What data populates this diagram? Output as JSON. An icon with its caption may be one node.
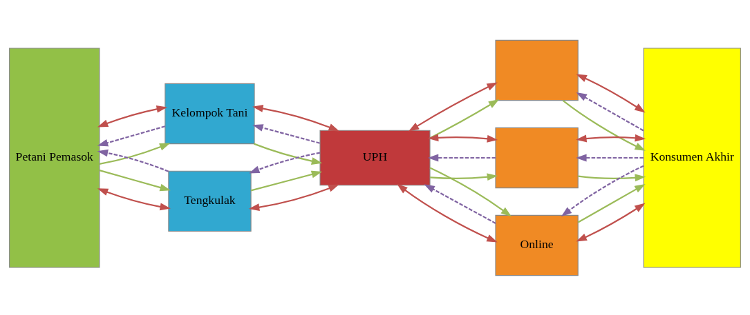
{
  "diagram": {
    "nodes": [
      {
        "text": [
          "Petani Pemasok"
        ]
      },
      {
        "text": [
          "Kelompok Tani"
        ]
      },
      {
        "text": [
          "Tengkulak"
        ]
      },
      {
        "text": [
          "UPH"
        ]
      },
      {
        "text": [],
        "shape": "box"
      },
      {
        "text": [],
        "shape": "box"
      },
      {
        "text": [
          "Online"
        ]
      },
      {
        "text": [
          "Konsumen Akhir"
        ]
      }
    ],
    "edges": [
      {
        "from": 1,
        "to": 0,
        "arrow": "to",
        "style": "dashed",
        "color": "#8064a2"
      },
      {
        "from": 0,
        "to": 1,
        "arrow": "to",
        "color": "#9bbb59"
      },
      {
        "from": 0,
        "to": 1,
        "arrow": "both",
        "color": "#c0504d"
      },
      {
        "from": 0,
        "to": 2,
        "arrow": "both",
        "color": "#c0504d"
      },
      {
        "from": 0,
        "to": 2,
        "arrow": "to",
        "color": "#9bbb59"
      },
      {
        "from": 2,
        "to": 0,
        "arrow": "to",
        "style": "dashed",
        "color": "#8064a2"
      },
      {
        "from": 3,
        "to": 1,
        "arrow": "to",
        "style": "dashed",
        "color": "#8064a2"
      },
      {
        "from": 1,
        "to": 3,
        "arrow": "to",
        "color": "#9bbb59"
      },
      {
        "from": 1,
        "to": 3,
        "arrow": "both",
        "color": "#c0504d"
      },
      {
        "from": 2,
        "to": 3,
        "arrow": "both",
        "color": "#c0504d"
      },
      {
        "from": 2,
        "to": 3,
        "arrow": "to",
        "color": "#9bbb59"
      },
      {
        "from": 3,
        "to": 2,
        "arrow": "to",
        "style": "dashed",
        "color": "#8064a2"
      },
      {
        "from": 6,
        "to": 3,
        "arrow": "to",
        "style": "dashed",
        "color": "#8064a2"
      },
      {
        "from": 3,
        "to": 4,
        "arrow": "to",
        "color": "#9bbb59"
      },
      {
        "from": 3,
        "to": 4,
        "arrow": "both",
        "color": "#c0504d"
      },
      {
        "from": 5,
        "to": 3,
        "arrow": "to",
        "style": "dashed",
        "color": "#8064a2"
      },
      {
        "from": 3,
        "to": 5,
        "arrow": "to",
        "color": "#9bbb59"
      },
      {
        "from": 3,
        "to": 5,
        "arrow": "both",
        "color": "#c0504d"
      },
      {
        "from": 3,
        "to": 6,
        "arrow": "both",
        "color": "#c0504d"
      },
      {
        "from": 3,
        "to": 6,
        "arrow": "to",
        "color": "#9bbb59"
      },
      {
        "from": 7,
        "to": 4,
        "arrow": "to",
        "style": "dashed",
        "color": "#8064a2"
      },
      {
        "from": 4,
        "to": 7,
        "arrow": "to",
        "color": "#9bbb59"
      },
      {
        "from": 4,
        "to": 7,
        "arrow": "both",
        "color": "#c0504d"
      },
      {
        "from": 7,
        "to": 5,
        "arrow": "to",
        "style": "dashed",
        "color": "#8064a2"
      },
      {
        "from": 5,
        "to": 7,
        "arrow": "to",
        "color": "#9bbb59"
      },
      {
        "from": 5,
        "to": 7,
        "arrow": "both",
        "color": "#c0504d"
      },
      {
        "from": 6,
        "to": 7,
        "arrow": "both",
        "color": "#c0504d"
      },
      {
        "from": 6,
        "to": 7,
        "arrow": "to",
        "color": "#9bbb59"
      },
      {
        "from": 7,
        "to": 6,
        "arrow": "to",
        "style": "dashed",
        "color": "#8064a2"
      }
    ]
  }
}
